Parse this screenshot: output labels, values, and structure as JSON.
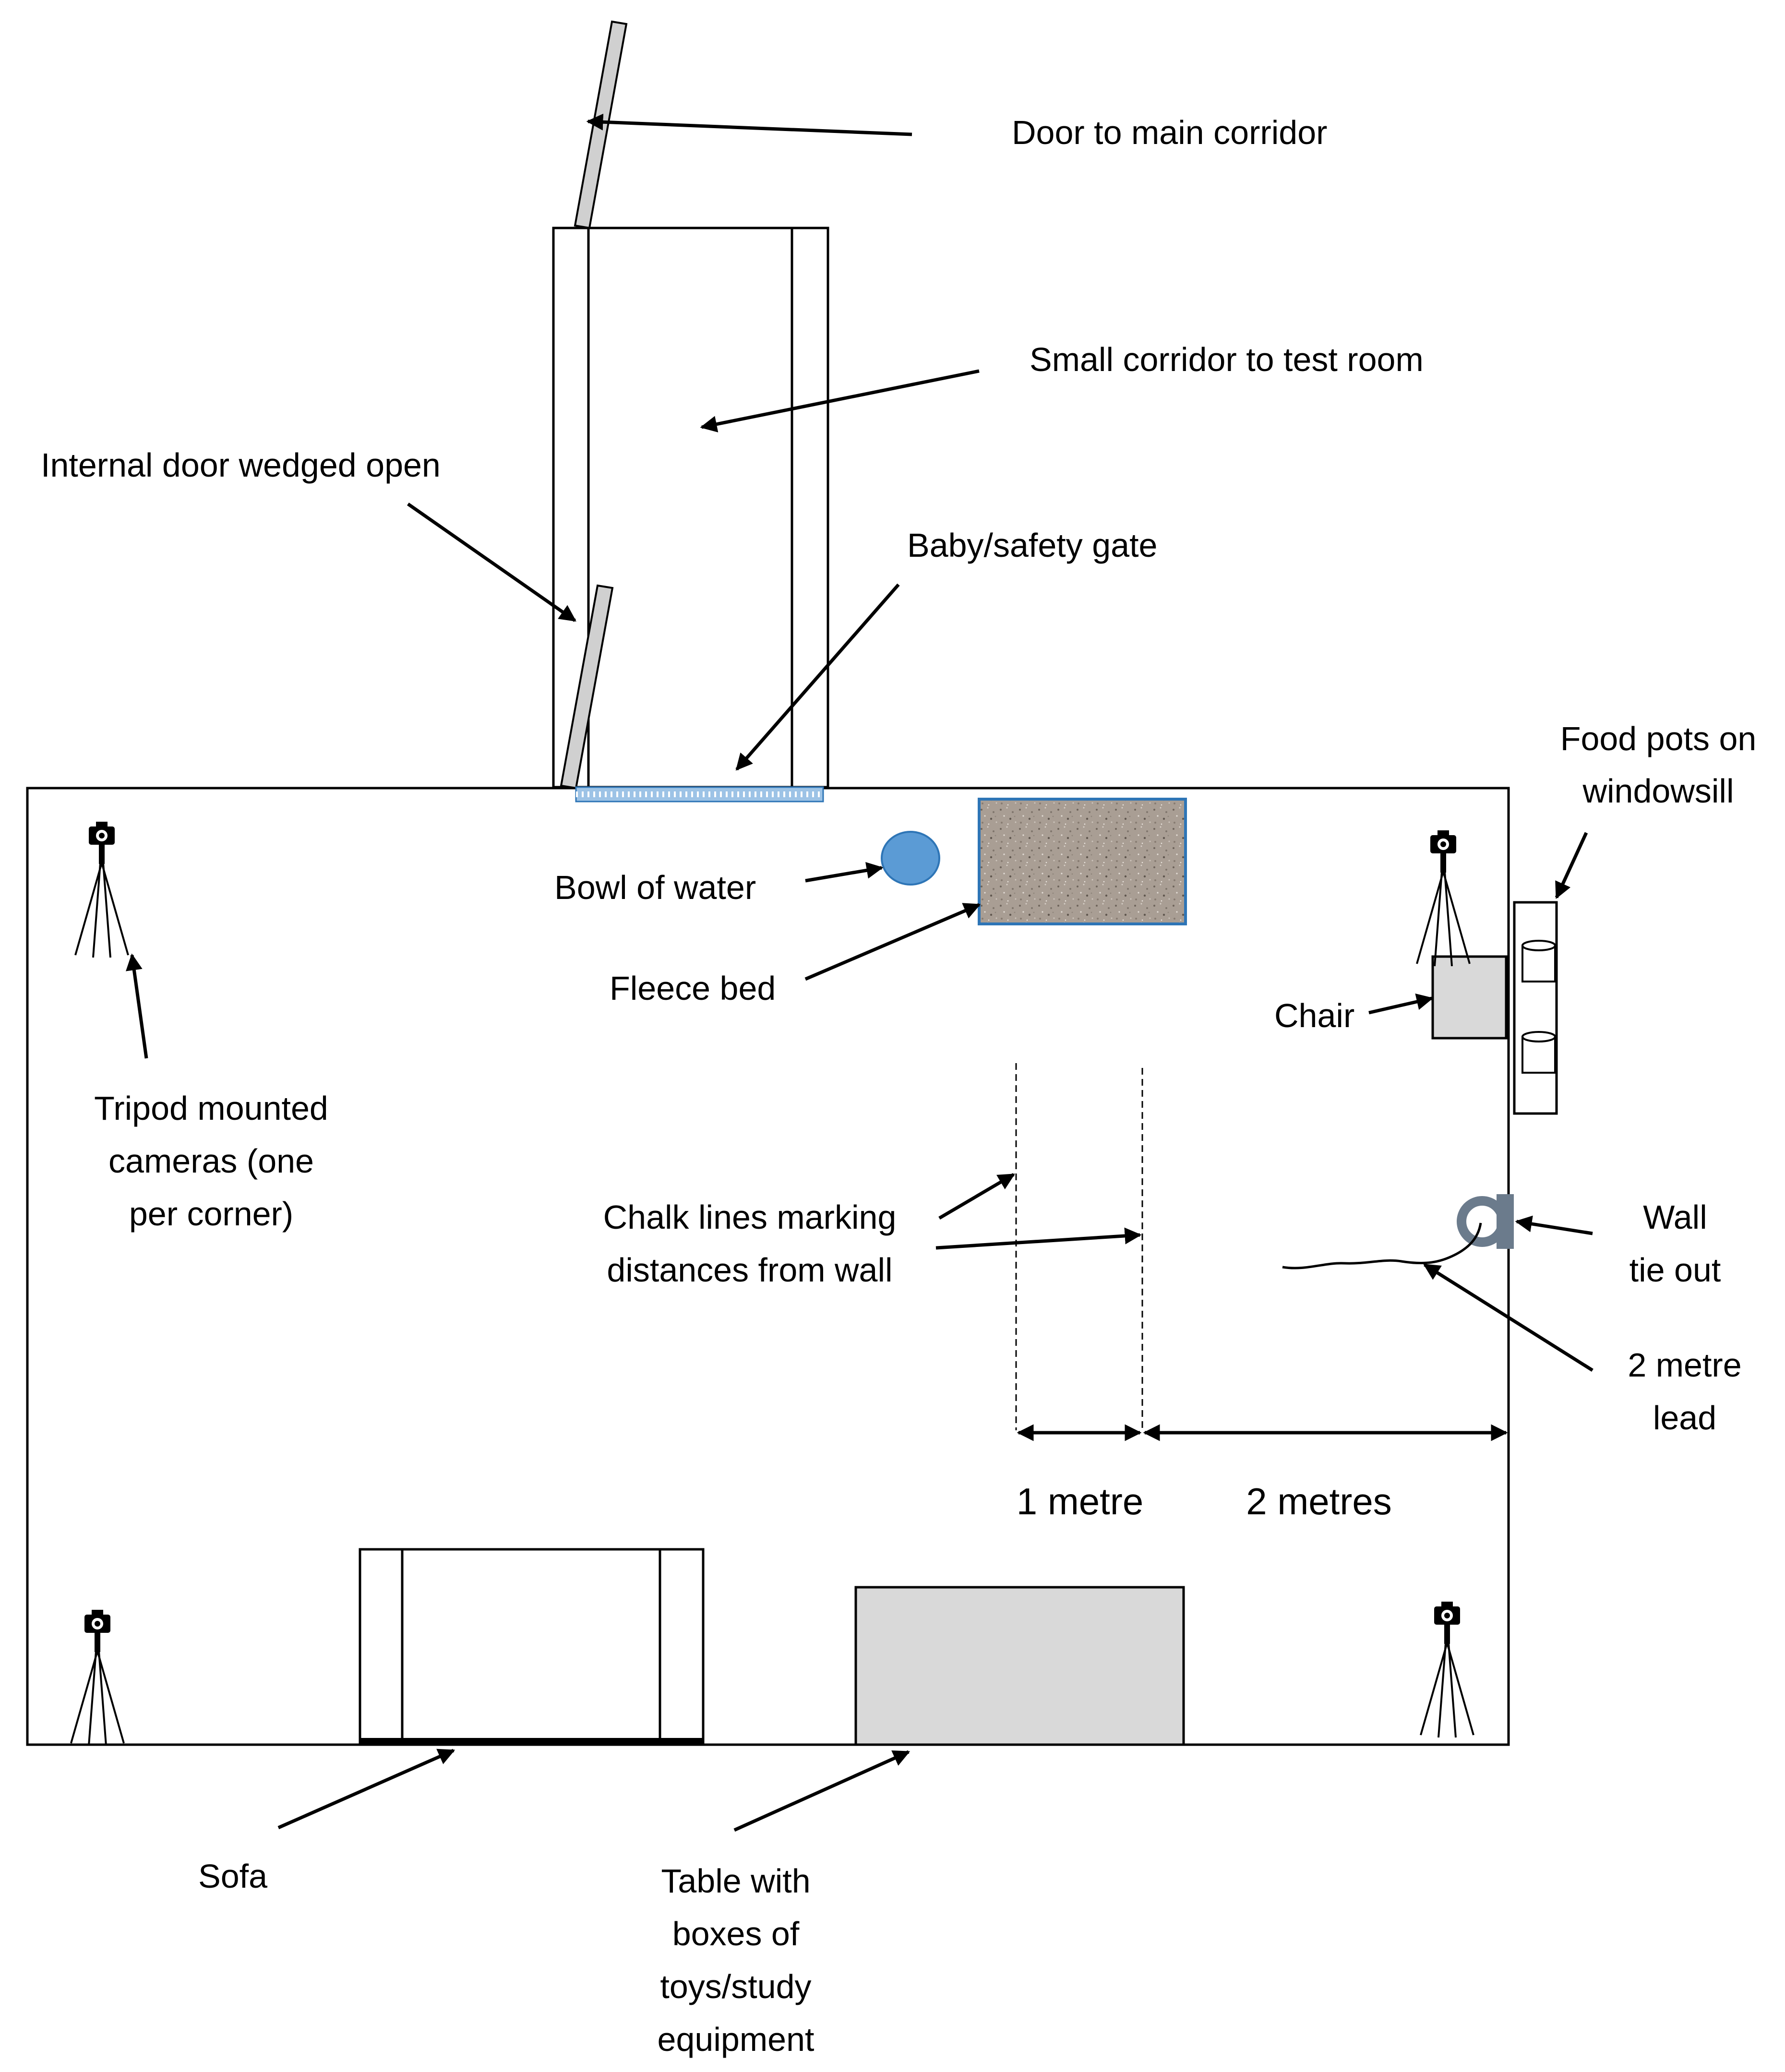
{
  "labels": {
    "door_main_corridor": "Door to main corridor",
    "small_corridor": "Small corridor to test room",
    "internal_door": "Internal door wedged open",
    "baby_gate": "Baby/safety gate",
    "food_pots_line1": "Food pots on",
    "food_pots_line2": "windowsill",
    "bowl_of_water": "Bowl of water",
    "fleece_bed": "Fleece bed",
    "chair": "Chair",
    "tripod_line1": "Tripod mounted",
    "tripod_line2": "cameras (one",
    "tripod_line3": "per corner)",
    "chalk_line1": "Chalk lines marking",
    "chalk_line2": "distances from wall",
    "wall_tie_line1": "Wall",
    "wall_tie_line2": "tie out",
    "lead_line1": "2 metre",
    "lead_line2": "lead",
    "one_metre": "1 metre",
    "two_metres": "2 metres",
    "sofa": "Sofa",
    "table_line1": "Table with",
    "table_line2": "boxes of",
    "table_line3": "toys/study",
    "table_line4": "equipment"
  },
  "colors": {
    "water_bowl": "#5b9bd5",
    "bed_border": "#2e75b6",
    "bed_fill": "#a99e94",
    "gate": "#9dc3e6",
    "furniture_grey": "#d9d9d9",
    "tie_out": "#6b7b8c"
  },
  "icons": {
    "camera": "tripod-camera-icon",
    "tie_out": "wall-tie-out-icon"
  }
}
